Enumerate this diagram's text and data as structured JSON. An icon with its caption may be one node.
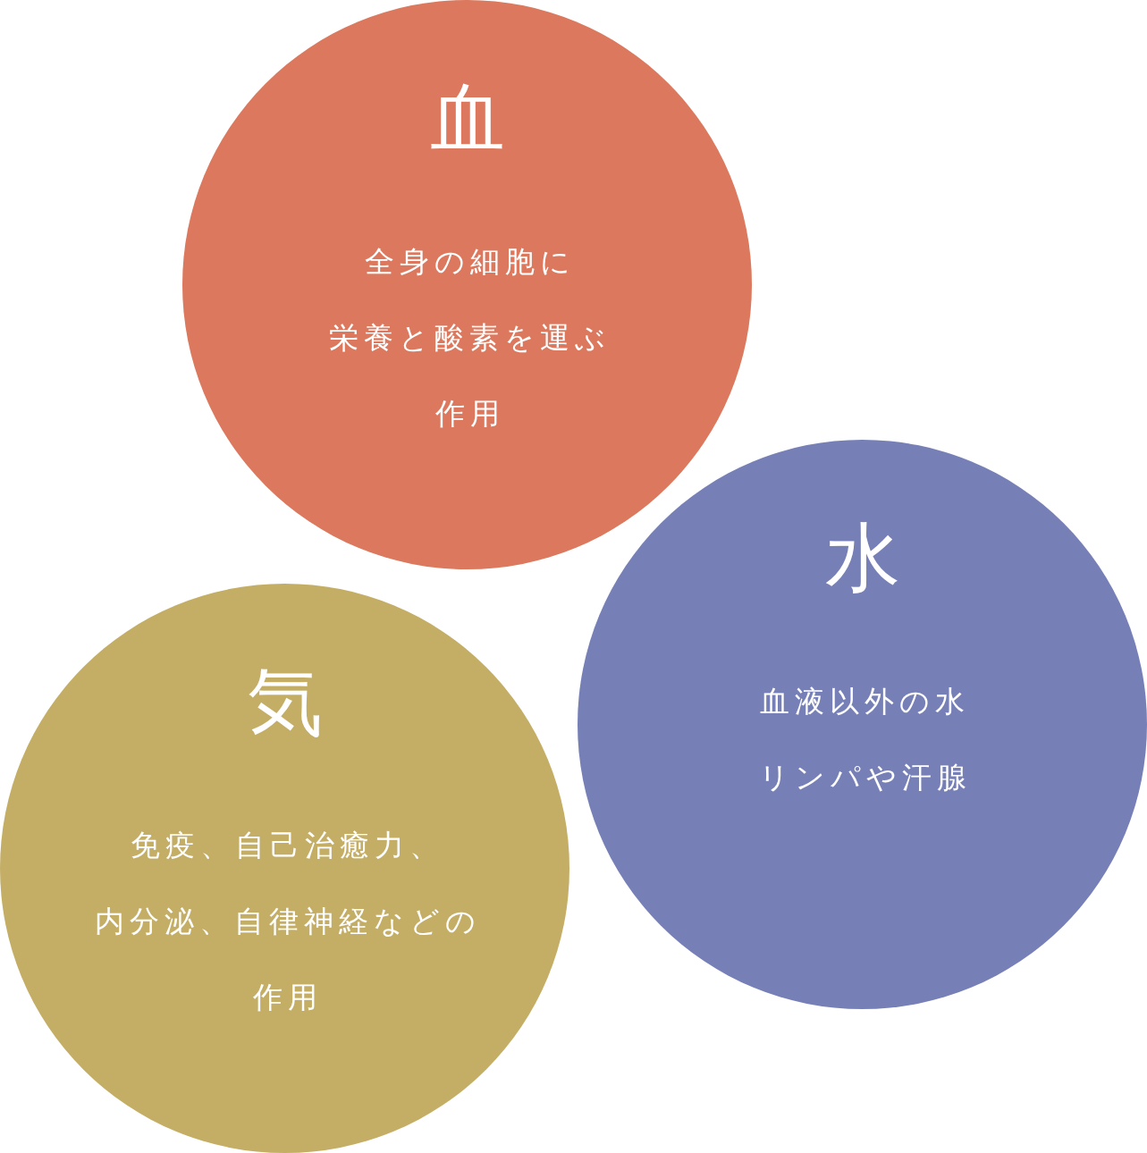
{
  "diagram": {
    "nodes": [
      {
        "text": [
          "血",
          "全身の細胞に栄養と酸素を運ぶ作用"
        ]
      },
      {
        "text": [
          "水",
          "血液以外の水リンパや汗腺"
        ]
      },
      {
        "text": [
          "気",
          "免疫、自己治癒力、内分泌、自律神経などの作用"
        ]
      }
    ]
  }
}
